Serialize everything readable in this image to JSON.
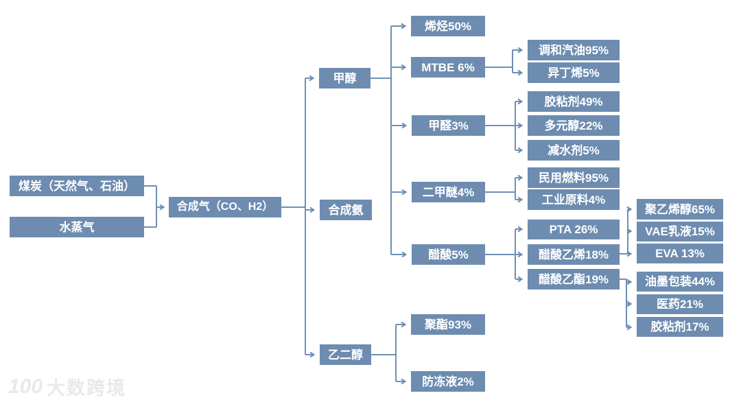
{
  "nodes": {
    "coal": {
      "label": "煤炭（天然气、石油）"
    },
    "steam": {
      "label": "水蒸气"
    },
    "syngas": {
      "label": "合成气（CO、H2）"
    },
    "methanol": {
      "label": "甲醇"
    },
    "ammonia": {
      "label": "合成氨"
    },
    "meg": {
      "label": "乙二醇"
    },
    "olefin": {
      "label": "烯烃50%"
    },
    "mtbe": {
      "label": "MTBE 6%"
    },
    "formaldehyde": {
      "label": "甲醛3%"
    },
    "dme": {
      "label": "二甲醚4%"
    },
    "acetic_acid": {
      "label": "醋酸5%"
    },
    "blended_gasoline": {
      "label": "调和汽油95%"
    },
    "isobutylene": {
      "label": "异丁烯5%"
    },
    "adhesive49": {
      "label": "胶粘剂49%"
    },
    "polyol": {
      "label": "多元醇22%"
    },
    "water_reducer": {
      "label": "减水剂5%"
    },
    "civil_fuel": {
      "label": "民用燃料95%"
    },
    "industrial_raw": {
      "label": "工业原料4%"
    },
    "pta": {
      "label": "PTA 26%"
    },
    "vinyl_acetate": {
      "label": "醋酸乙烯18%"
    },
    "ethyl_acetate": {
      "label": "醋酸乙酯19%"
    },
    "pva": {
      "label": "聚乙烯醇65%"
    },
    "vae": {
      "label": "VAE乳液15%"
    },
    "eva": {
      "label": "EVA 13%"
    },
    "ink_packaging": {
      "label": "油墨包装44%"
    },
    "medicine": {
      "label": "医药21%"
    },
    "adhesive17": {
      "label": "胶粘剂17%"
    },
    "polyester": {
      "label": "聚酯93%"
    },
    "antifreeze": {
      "label": "防冻液2%"
    }
  },
  "edges": [
    [
      "coal",
      "syngas"
    ],
    [
      "steam",
      "syngas"
    ],
    [
      "syngas",
      "methanol"
    ],
    [
      "syngas",
      "ammonia"
    ],
    [
      "syngas",
      "meg"
    ],
    [
      "methanol",
      "olefin"
    ],
    [
      "methanol",
      "mtbe"
    ],
    [
      "methanol",
      "formaldehyde"
    ],
    [
      "methanol",
      "dme"
    ],
    [
      "methanol",
      "acetic_acid"
    ],
    [
      "mtbe",
      "blended_gasoline"
    ],
    [
      "mtbe",
      "isobutylene"
    ],
    [
      "formaldehyde",
      "adhesive49"
    ],
    [
      "formaldehyde",
      "polyol"
    ],
    [
      "formaldehyde",
      "water_reducer"
    ],
    [
      "dme",
      "civil_fuel"
    ],
    [
      "dme",
      "industrial_raw"
    ],
    [
      "acetic_acid",
      "pta"
    ],
    [
      "acetic_acid",
      "vinyl_acetate"
    ],
    [
      "acetic_acid",
      "ethyl_acetate"
    ],
    [
      "vinyl_acetate",
      "pva"
    ],
    [
      "vinyl_acetate",
      "vae"
    ],
    [
      "vinyl_acetate",
      "eva"
    ],
    [
      "ethyl_acetate",
      "ink_packaging"
    ],
    [
      "ethyl_acetate",
      "medicine"
    ],
    [
      "ethyl_acetate",
      "adhesive17"
    ],
    [
      "meg",
      "polyester"
    ],
    [
      "meg",
      "antifreeze"
    ]
  ],
  "watermark": {
    "logo_number": "100",
    "text": "大数跨境"
  },
  "colors": {
    "node_fill": "#6d8cb0",
    "connector": "#6d8fb5",
    "node_text": "#ffffff",
    "background": "#ffffff",
    "watermark_text": "#e9e9e9"
  }
}
